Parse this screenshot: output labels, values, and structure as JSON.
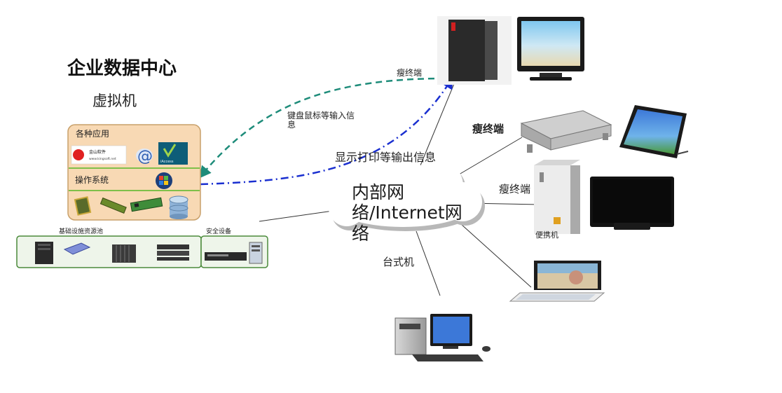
{
  "title": "企业数据中心",
  "vm_label": "虚拟机",
  "apps_label": "各种应用",
  "os_label": "操作系统",
  "kingsoft_logo_text": "金山软件",
  "kingsoft_url": "www.kingsoft.net",
  "iaccess_logo_text": "iAccess",
  "infra_label": "基础设施资源池",
  "security_label": "安全设备",
  "network_label": "内部网络/Internet网络",
  "display_output_label": "显示打印等输出信息",
  "keyboard_input_label": "键盘鼠标等输入信息",
  "thin_client_1": "瘦终端",
  "thin_client_2": "瘦终端",
  "thin_client_3": "瘦终端",
  "laptop_label": "便携机",
  "desktop_label": "台式机",
  "colors": {
    "panel_fill": "#f8d9b4",
    "panel_border": "#c8a06a",
    "divider_green": "#7fc04a",
    "infra_border": "#4a8a3a",
    "dashed_teal": "#1e8c7a",
    "dashdot_blue": "#1a2fd0",
    "cloud_fill": "#ffffff",
    "cloud_shadow": "#b8b8b8"
  }
}
